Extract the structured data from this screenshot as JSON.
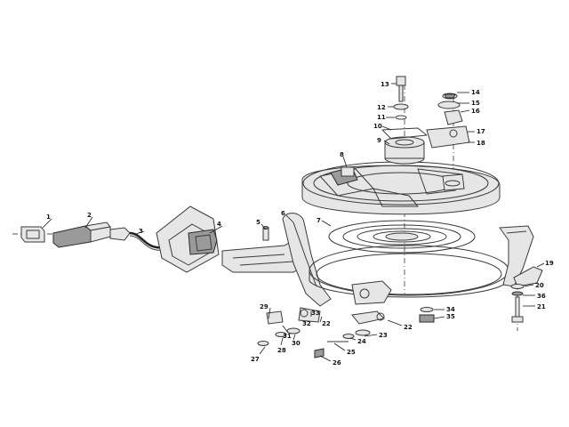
{
  "diagram": {
    "part_numbers": [
      "1",
      "2",
      "3",
      "4",
      "5",
      "6",
      "7",
      "8",
      "9",
      "10",
      "11",
      "12",
      "13",
      "14",
      "15",
      "16",
      "17",
      "18",
      "19",
      "20",
      "21",
      "22",
      "22",
      "23",
      "24",
      "25",
      "26",
      "27",
      "28",
      "29",
      "30",
      "31",
      "32",
      "33",
      "34",
      "35",
      "36"
    ],
    "colors": {
      "line": "#3a3a3a",
      "text": "#111111",
      "background": "#ffffff"
    }
  }
}
